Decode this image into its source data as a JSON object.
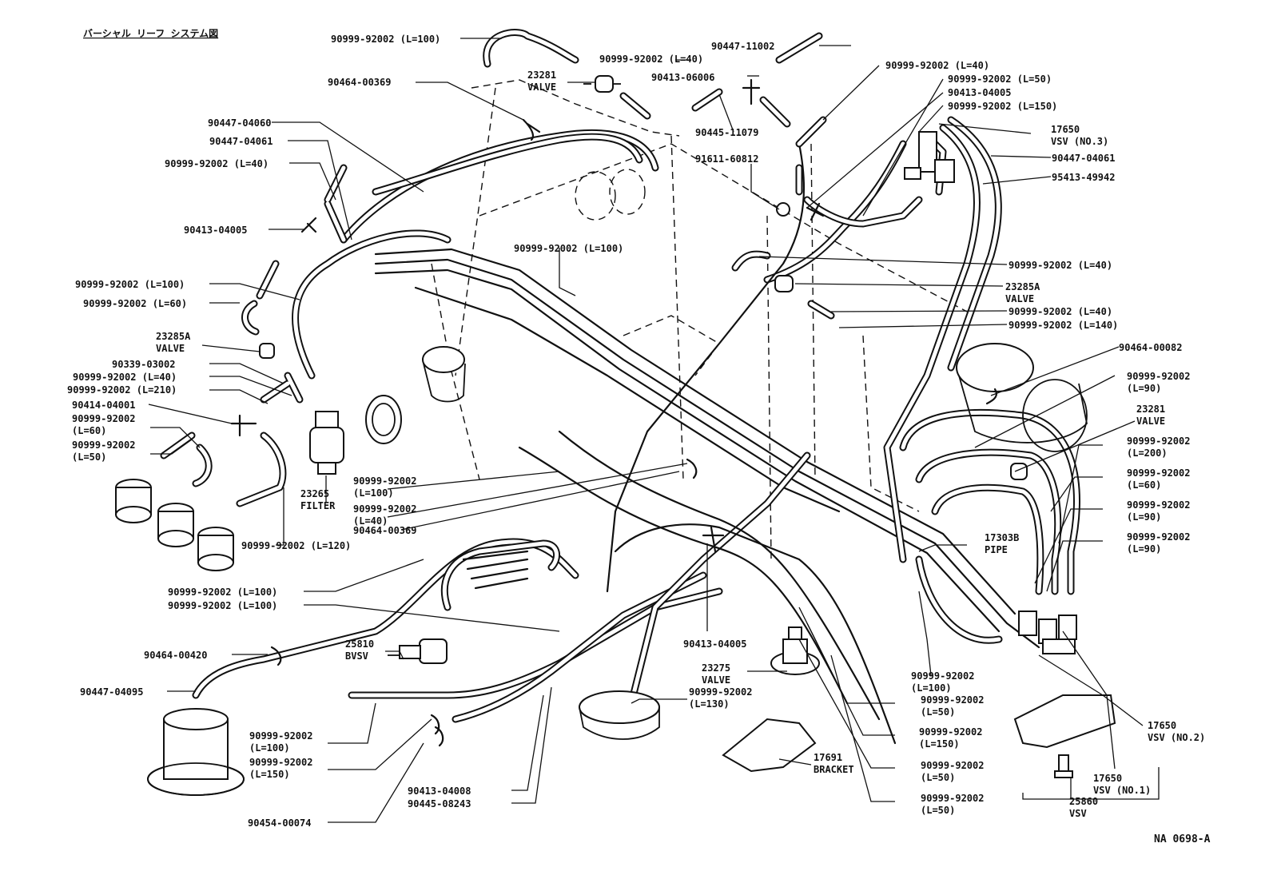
{
  "header": {
    "title_jp": "バーシャル リーフ システム図"
  },
  "footer": {
    "code": "NA 0698-A"
  },
  "callouts": [
    {
      "id": "c1",
      "lines": [
        "90999-92002 (L=100)"
      ]
    },
    {
      "id": "c2",
      "lines": [
        "90447-11002"
      ]
    },
    {
      "id": "c3",
      "lines": [
        "23281",
        "VALVE"
      ]
    },
    {
      "id": "c4",
      "lines": [
        "90999-92002 (L=40)"
      ]
    },
    {
      "id": "c5",
      "lines": [
        "90413-06006"
      ]
    },
    {
      "id": "c6",
      "lines": [
        "90999-92002 (L=40)"
      ]
    },
    {
      "id": "c7",
      "lines": [
        "90464-00369"
      ]
    },
    {
      "id": "c8",
      "lines": [
        "90999-92002 (L=50)"
      ]
    },
    {
      "id": "c9",
      "lines": [
        "90413-04005"
      ]
    },
    {
      "id": "c10",
      "lines": [
        "90999-92002 (L=150)"
      ]
    },
    {
      "id": "c11",
      "lines": [
        "90447-04060"
      ]
    },
    {
      "id": "c12",
      "lines": [
        "90445-11079"
      ]
    },
    {
      "id": "c13",
      "lines": [
        "17650",
        "VSV (NO.3)"
      ]
    },
    {
      "id": "c14",
      "lines": [
        "90447-04061"
      ]
    },
    {
      "id": "c15",
      "lines": [
        "91611-60812"
      ]
    },
    {
      "id": "c16",
      "lines": [
        "90447-04061"
      ]
    },
    {
      "id": "c17",
      "lines": [
        "90999-92002 (L=40)"
      ]
    },
    {
      "id": "c18",
      "lines": [
        "95413-49942"
      ]
    },
    {
      "id": "c19",
      "lines": [
        "90413-04005"
      ]
    },
    {
      "id": "c20",
      "lines": [
        "90999-92002 (L=100)"
      ]
    },
    {
      "id": "c21",
      "lines": [
        "90999-92002 (L=40)"
      ]
    },
    {
      "id": "c22",
      "lines": [
        "90999-92002 (L=100)"
      ]
    },
    {
      "id": "c23",
      "lines": [
        "23285A",
        "VALVE"
      ]
    },
    {
      "id": "c24",
      "lines": [
        "90999-92002 (L=60)"
      ]
    },
    {
      "id": "c25",
      "lines": [
        "90999-92002 (L=40)"
      ]
    },
    {
      "id": "c26",
      "lines": [
        "90999-92002 (L=140)"
      ]
    },
    {
      "id": "c27",
      "lines": [
        "23285A",
        "VALVE"
      ]
    },
    {
      "id": "c28",
      "lines": [
        "90464-00082"
      ]
    },
    {
      "id": "c29",
      "lines": [
        "90339-03002"
      ]
    },
    {
      "id": "c30",
      "lines": [
        "90999-92002 (L=40)"
      ]
    },
    {
      "id": "c31",
      "lines": [
        "90999-92002 (L=210)"
      ]
    },
    {
      "id": "c32",
      "lines": [
        "90999-92002",
        "(L=90)"
      ]
    },
    {
      "id": "c33",
      "lines": [
        "90414-04001"
      ]
    },
    {
      "id": "c34",
      "lines": [
        "90999-92002",
        "(L=60)"
      ]
    },
    {
      "id": "c35",
      "lines": [
        "23281",
        "VALVE"
      ]
    },
    {
      "id": "c36",
      "lines": [
        "90999-92002",
        "(L=50)"
      ]
    },
    {
      "id": "c37",
      "lines": [
        "90999-92002",
        "(L=200)"
      ]
    },
    {
      "id": "c38",
      "lines": [
        "90999-92002",
        "(L=100)"
      ]
    },
    {
      "id": "c39",
      "lines": [
        "90999-92002",
        "(L=60)"
      ]
    },
    {
      "id": "c40",
      "lines": [
        "90999-92002",
        "(L=40)"
      ]
    },
    {
      "id": "c41",
      "lines": [
        "23265",
        "FILTER"
      ]
    },
    {
      "id": "c42",
      "lines": [
        "90464-00369"
      ]
    },
    {
      "id": "c43",
      "lines": [
        "90999-92002",
        "(L=90)"
      ]
    },
    {
      "id": "c44",
      "lines": [
        "90999-92002 (L=120)"
      ]
    },
    {
      "id": "c45",
      "lines": [
        "17303B",
        "PIPE"
      ]
    },
    {
      "id": "c46",
      "lines": [
        "90999-92002",
        "(L=90)"
      ]
    },
    {
      "id": "c47",
      "lines": [
        "90999-92002 (L=100)"
      ]
    },
    {
      "id": "c48",
      "lines": [
        "90999-92002 (L=100)"
      ]
    },
    {
      "id": "c49",
      "lines": [
        "90413-04005"
      ]
    },
    {
      "id": "c50",
      "lines": [
        "25810",
        "BVSV"
      ]
    },
    {
      "id": "c51",
      "lines": [
        "90464-00420"
      ]
    },
    {
      "id": "c52",
      "lines": [
        "23275",
        "VALVE"
      ]
    },
    {
      "id": "c53",
      "lines": [
        "90447-04095"
      ]
    },
    {
      "id": "c54",
      "lines": [
        "90999-92002",
        "(L=130)"
      ]
    },
    {
      "id": "c55",
      "lines": [
        "90999-92002",
        "(L=100)"
      ]
    },
    {
      "id": "c56",
      "lines": [
        "90999-92002",
        "(L=50)"
      ]
    },
    {
      "id": "c57",
      "lines": [
        "17650",
        "VSV (NO.2)"
      ]
    },
    {
      "id": "c58",
      "lines": [
        "90999-92002",
        "(L=100)"
      ]
    },
    {
      "id": "c59",
      "lines": [
        "90999-92002",
        "(L=150)"
      ]
    },
    {
      "id": "c60",
      "lines": [
        "17691",
        "BRACKET"
      ]
    },
    {
      "id": "c61",
      "lines": [
        "90999-92002",
        "(L=50)"
      ]
    },
    {
      "id": "c62",
      "lines": [
        "17650",
        "VSV (NO.1)"
      ]
    },
    {
      "id": "c63",
      "lines": [
        "90999-92002",
        "(L=150)"
      ]
    },
    {
      "id": "c64",
      "lines": [
        "90413-04008"
      ]
    },
    {
      "id": "c65",
      "lines": [
        "90999-92002",
        "(L=50)"
      ]
    },
    {
      "id": "c66",
      "lines": [
        "90445-08243"
      ]
    },
    {
      "id": "c67",
      "lines": [
        "25860",
        "VSV"
      ]
    },
    {
      "id": "c68",
      "lines": [
        "90454-00074"
      ]
    }
  ]
}
